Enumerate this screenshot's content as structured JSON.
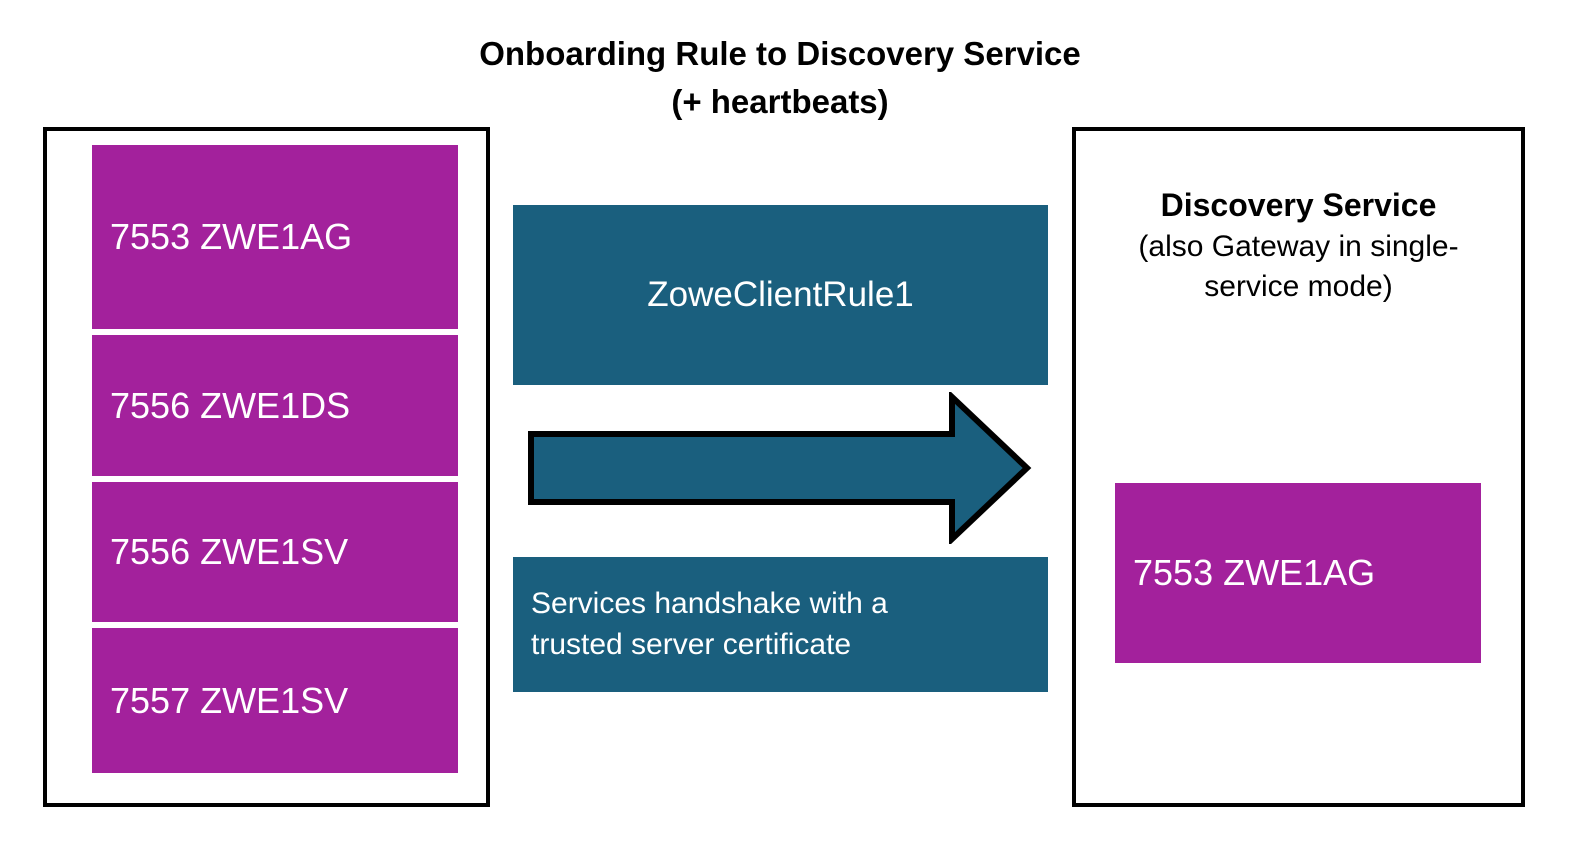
{
  "title": {
    "line1": "Onboarding Rule to Discovery Service",
    "line2": "(+ heartbeats)"
  },
  "colors": {
    "magenta": "#A3219C",
    "teal": "#1A5F7E",
    "outline": "#000000"
  },
  "left_panel": {
    "services": [
      "7553 ZWE1AG",
      "7556 ZWE1DS",
      "7556 ZWE1SV",
      "7557 ZWE1SV"
    ]
  },
  "flow": {
    "rule_label": "ZoweClientRule1",
    "arrow_icon": "right-arrow",
    "handshake_label": "Services handshake with a trusted server certificate"
  },
  "right_panel": {
    "title": "Discovery Service",
    "subtitle": "(also Gateway in single-service mode)",
    "service": "7553 ZWE1AG"
  }
}
